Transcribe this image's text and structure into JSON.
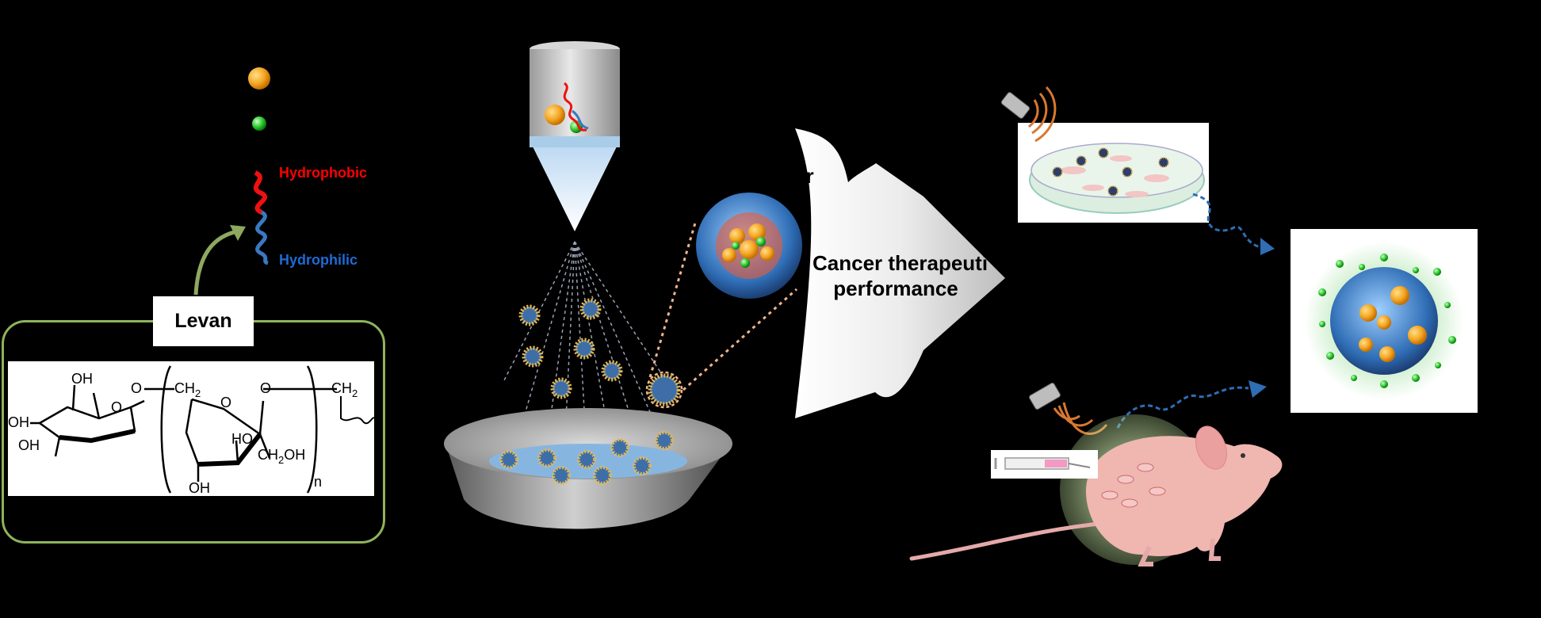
{
  "legend": {
    "hydrophobic_label": "Hydrophobic",
    "hydrophilic_label": "Hydrophilic"
  },
  "structure": {
    "box_label": "Levan",
    "oh_top": "OH",
    "oh_left": "OH",
    "oh_bottom_left": "OH",
    "o_ring_left": "O",
    "o_link": "O",
    "ch2_left": "CH",
    "ch2_left_sub": "2",
    "o_ring_right": "O",
    "o_right_link": "O",
    "ho_mid": "HO",
    "ch2oh": "CH",
    "ch2oh_sub": "2",
    "ch2oh_tail": "OH",
    "oh_bottom": "OH",
    "repeat_n": "n",
    "ch2_right": "CH",
    "ch2_right_sub": "2"
  },
  "arrow": {
    "partial_text": "er",
    "title_line1": "Cancer therapeuti",
    "title_line2": "performance"
  },
  "colors": {
    "drug": "#f5a623",
    "dye": "#2ec92e",
    "hydrophobic": "#ff0000",
    "hydrophilic": "#1e6bd6",
    "frame": "#8fb35a",
    "arrow_fill": "#e6e6e6",
    "signal": "#2f6db5"
  }
}
